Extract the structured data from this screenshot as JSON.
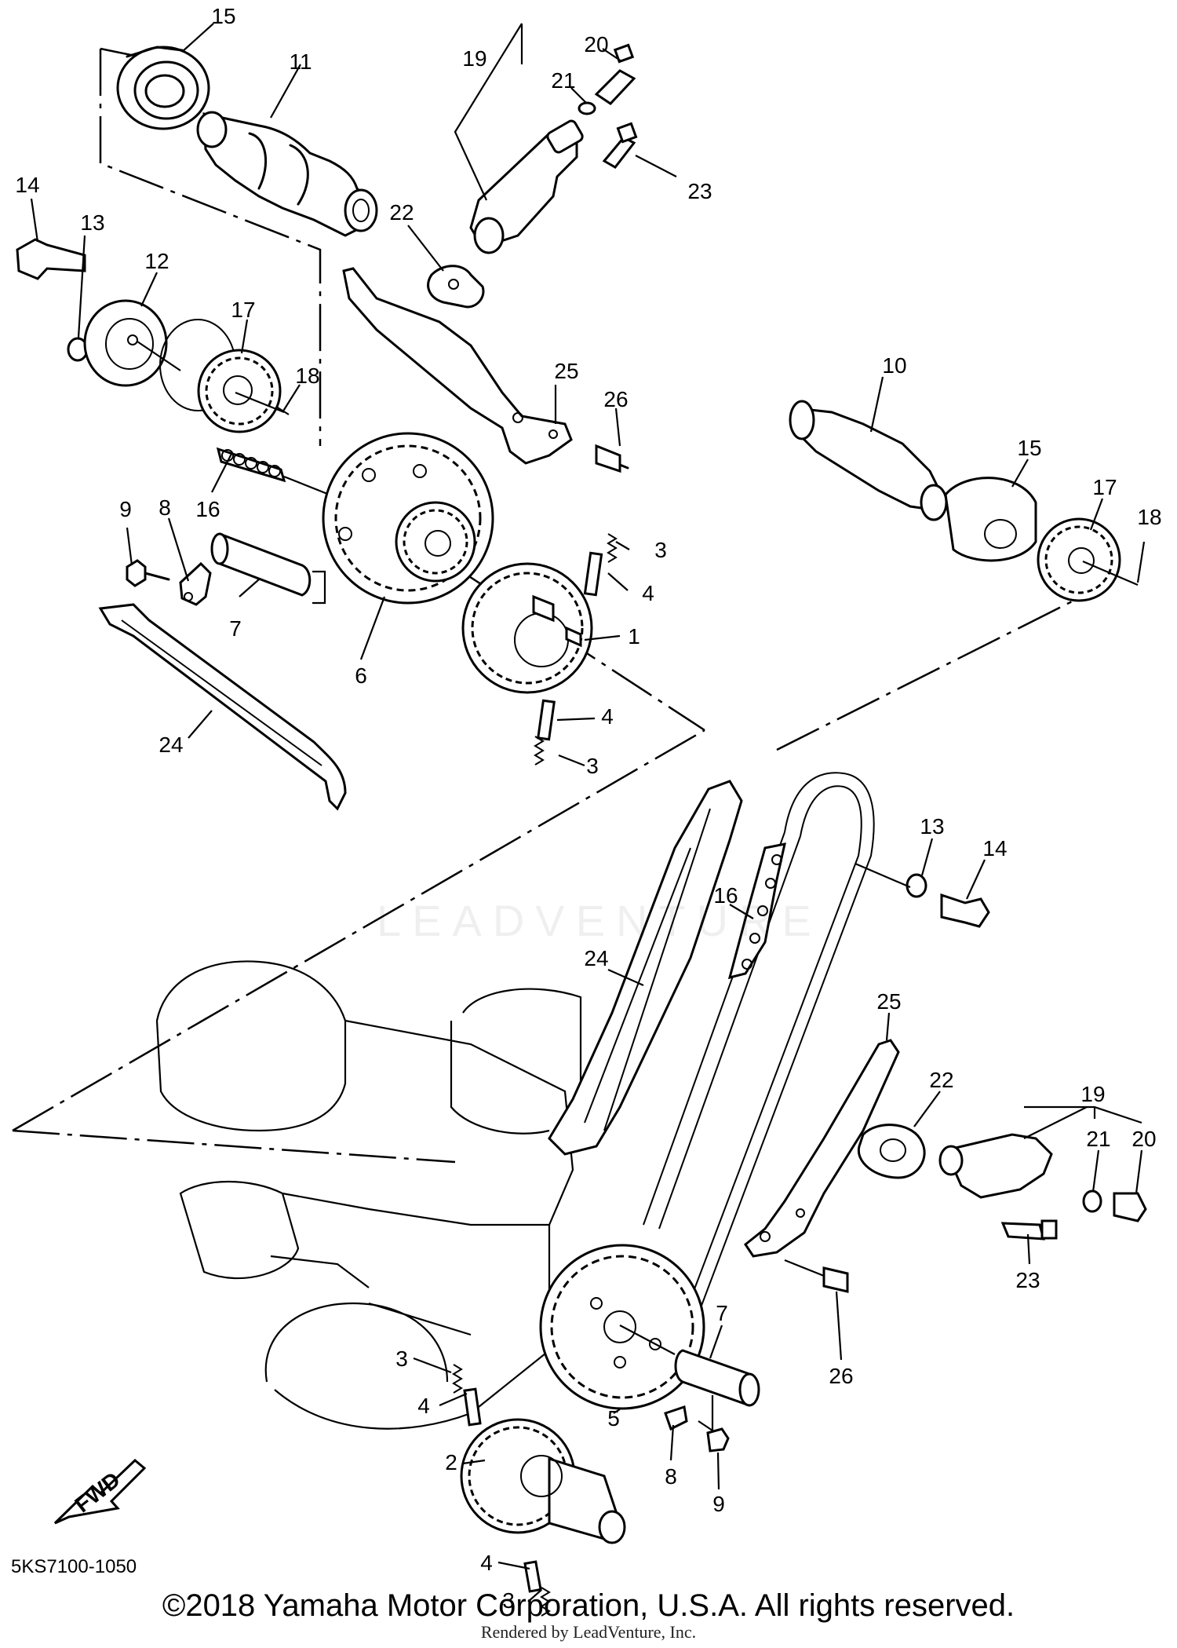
{
  "callouts": {
    "c1": "1",
    "c2": "2",
    "c3a": "3",
    "c3b": "3",
    "c3c": "3",
    "c3d": "3",
    "c4a": "4",
    "c4b": "4",
    "c4c": "4",
    "c4d": "4",
    "c5": "5",
    "c6": "6",
    "c7a": "7",
    "c7b": "7",
    "c8a": "8",
    "c8b": "8",
    "c9a": "9",
    "c9b": "9",
    "c10": "10",
    "c11": "11",
    "c12": "12",
    "c13a": "13",
    "c13b": "13",
    "c14a": "14",
    "c14b": "14",
    "c15a": "15",
    "c15b": "15",
    "c16a": "16",
    "c16b": "16",
    "c17a": "17",
    "c17b": "17",
    "c18a": "18",
    "c18b": "18",
    "c19a": "19",
    "c19b": "19",
    "c20a": "20",
    "c20b": "20",
    "c21a": "21",
    "c21b": "21",
    "c22a": "22",
    "c22b": "22",
    "c23a": "23",
    "c23b": "23",
    "c24a": "24",
    "c24b": "24",
    "c25a": "25",
    "c25b": "25",
    "c26a": "26",
    "c26b": "26"
  },
  "fwd_label": "FWD",
  "diagram_code": "5KS7100-1050",
  "watermark": "LEADVENTURE",
  "copyright": "©2018 Yamaha Motor Corporation, U.S.A. All rights reserved.",
  "rendered_by": "Rendered by LeadVenture, Inc."
}
